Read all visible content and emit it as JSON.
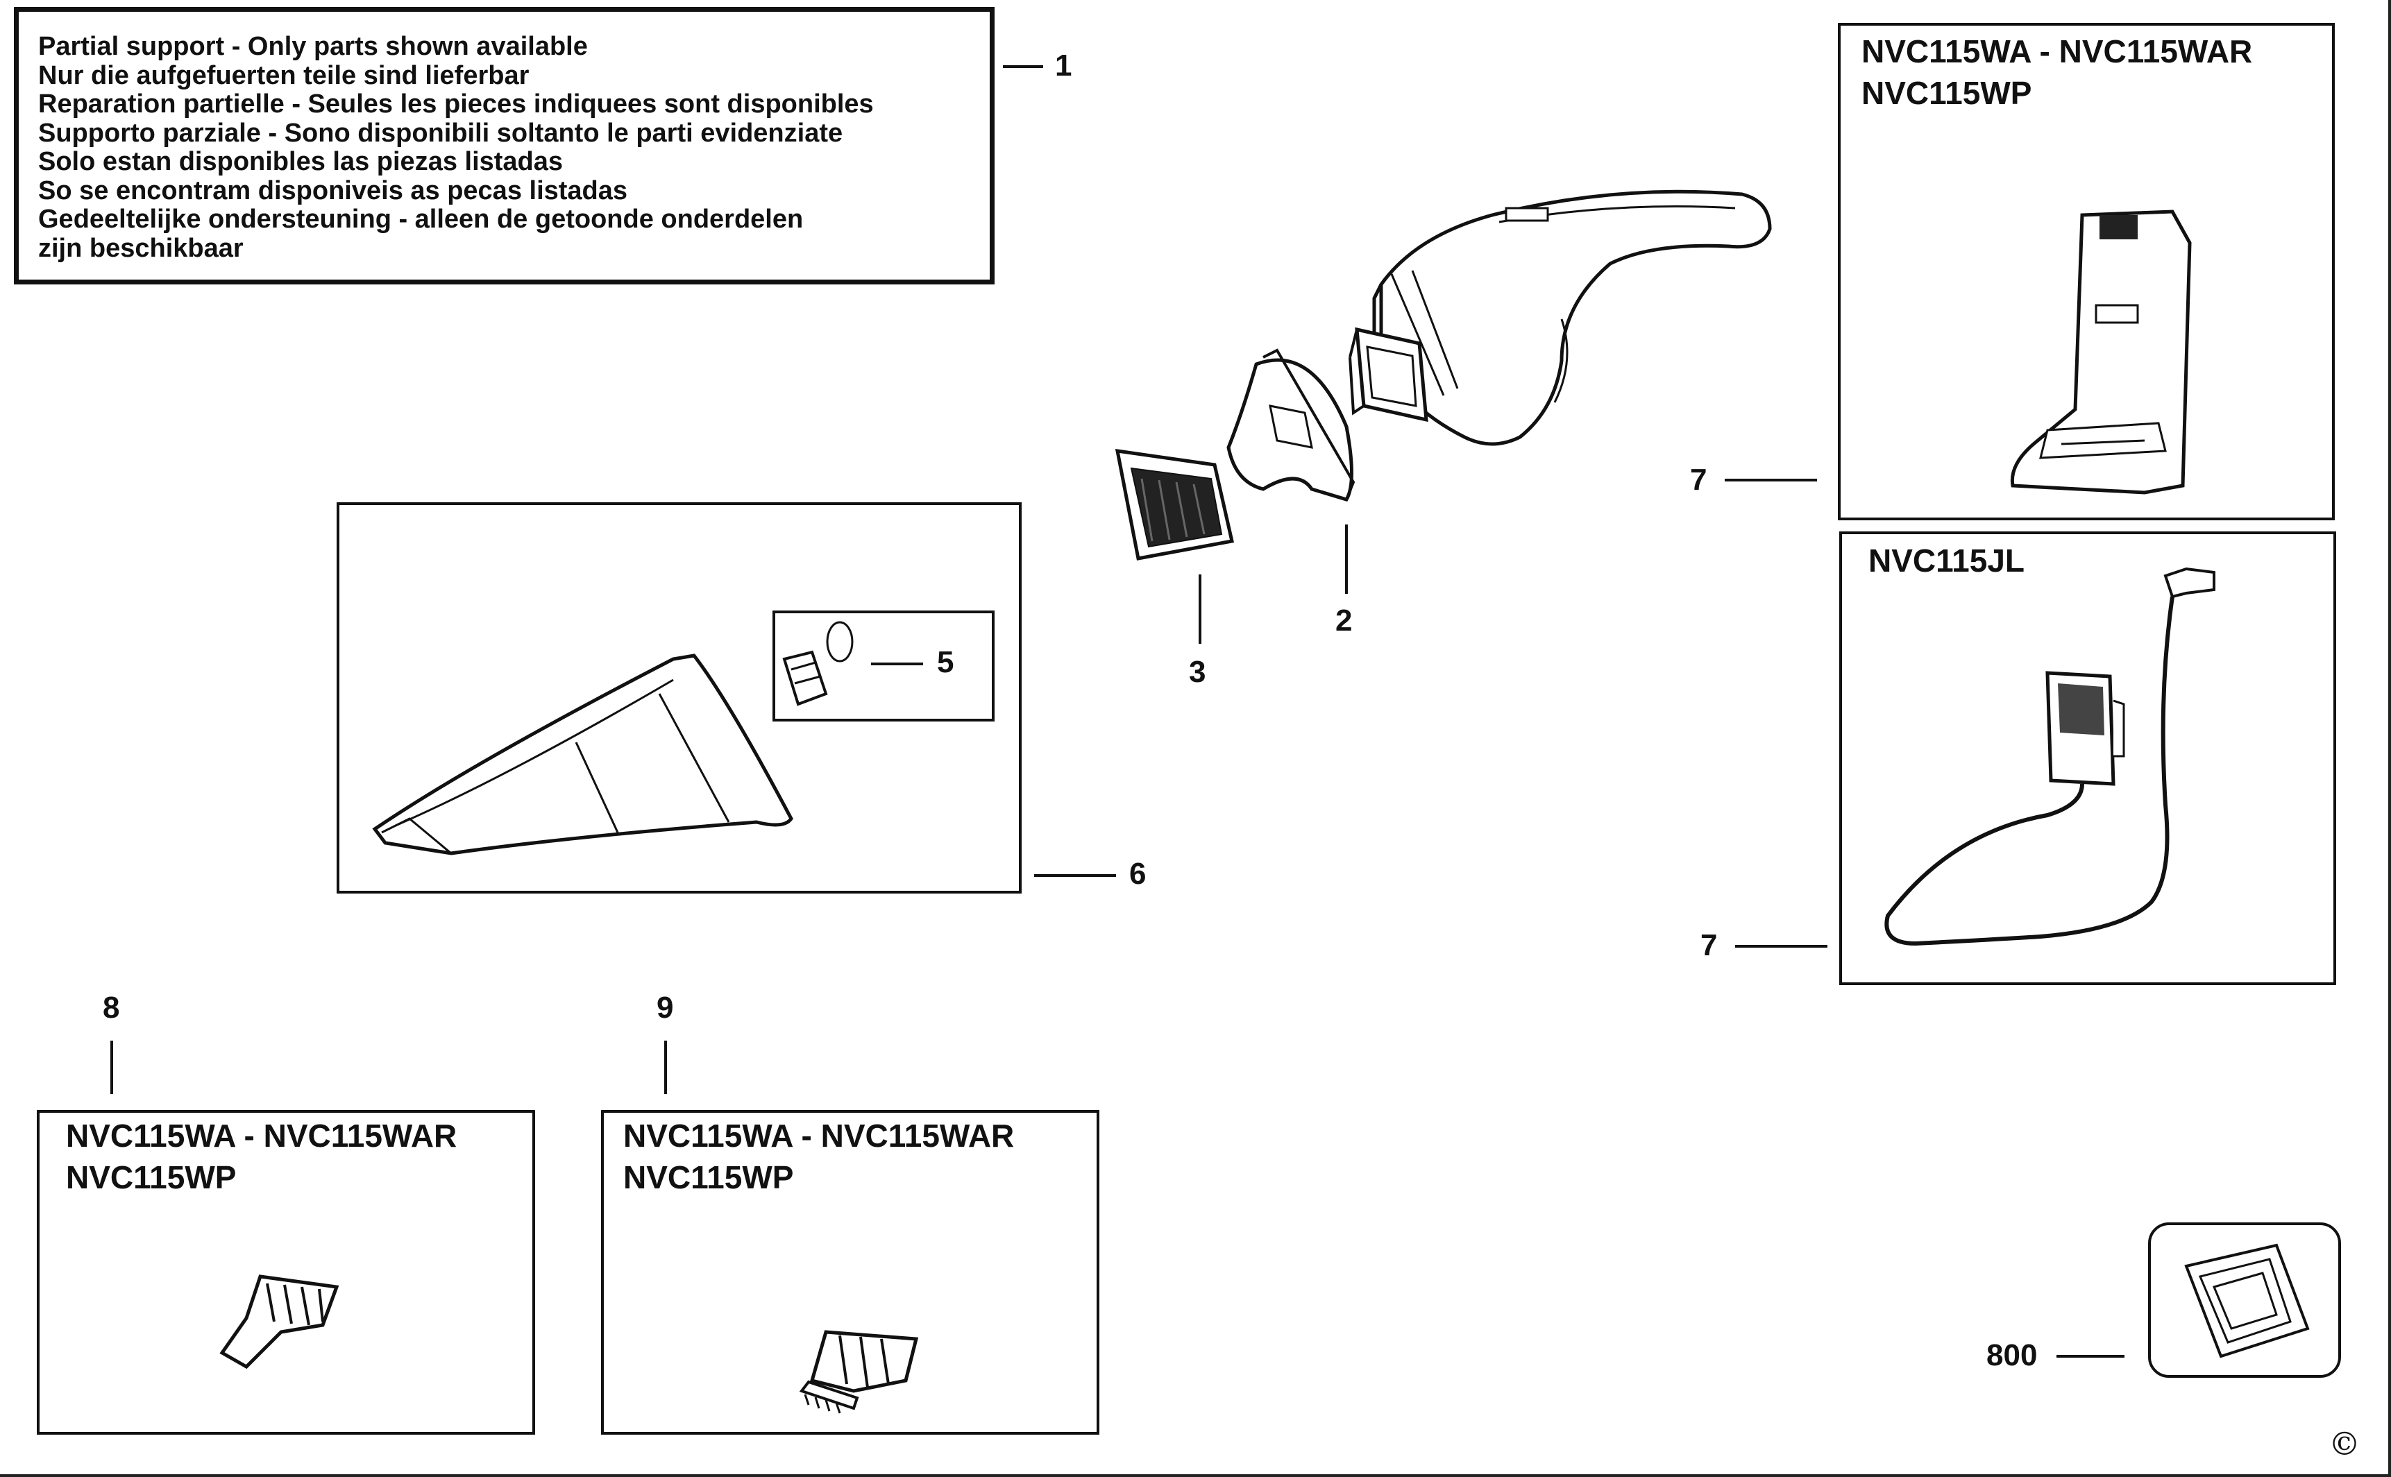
{
  "diagram": {
    "notice_lines": [
      "Partial support - Only parts shown available",
      "Nur die aufgefuerten teile sind lieferbar",
      "Reparation partielle - Seules les pieces indiquees sont disponibles",
      "Supporto parziale - Sono disponibili soltanto le parti evidenziate",
      "Solo estan disponibles las piezas listadas",
      "So se encontram disponiveis as pecas listadas",
      "Gedeeltelijke ondersteuning - alleen de getoonde onderdelen",
      "zijn beschikbaar"
    ],
    "models": {
      "wa_war": "NVC115WA - NVC115WAR",
      "wp": "NVC115WP",
      "jl": "NVC115JL"
    },
    "callouts": {
      "notice": "1",
      "filter_bowl": "2",
      "filter": "3",
      "flap": "5",
      "bowl": "6",
      "charger_base": "7",
      "charger_adapter": "7",
      "crevice_tool": "8",
      "brush_tool": "9",
      "pack": "800"
    },
    "copyright": "©"
  }
}
